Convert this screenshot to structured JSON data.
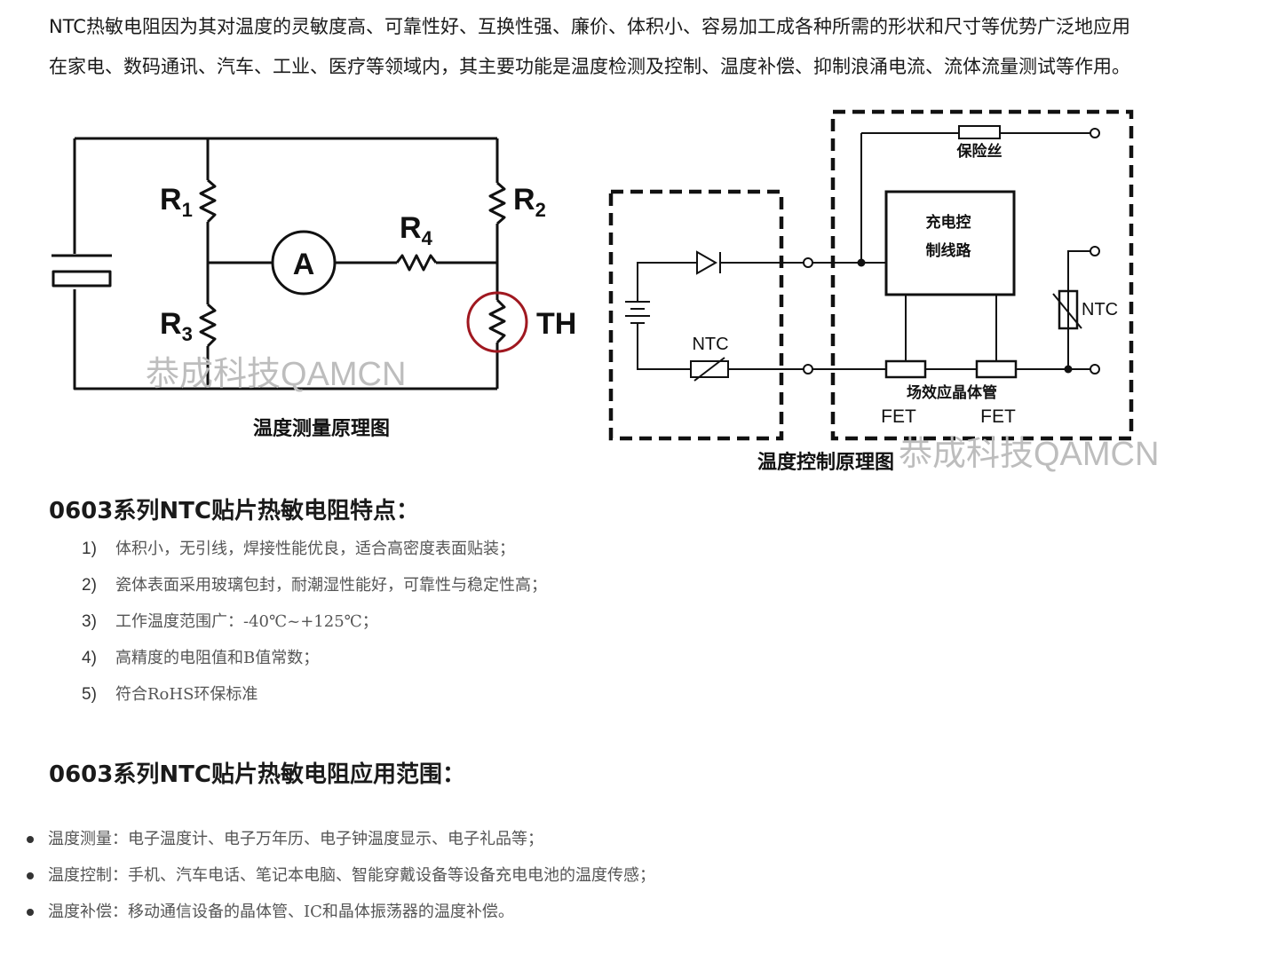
{
  "intro": {
    "line1": "NTC热敏电阻因为其对温度的灵敏度高、可靠性好、互换性强、廉价、体积小、容易加工成各种所需的形状和尺寸等优势广泛地应用",
    "line2": "在家电、数码通讯、汽车、工业、医疗等领域内，其主要功能是温度检测及控制、温度补偿、抑制浪涌电流、流体流量测试等作用。"
  },
  "diagram1": {
    "caption": "温度测量原理图",
    "r1_main": "R",
    "r1_sub": "1",
    "r2_main": "R",
    "r2_sub": "2",
    "r3_main": "R",
    "r3_sub": "3",
    "r4_main": "R",
    "r4_sub": "4",
    "ammeter": "A",
    "thermistor": "TH",
    "watermark": "恭成科技QAMCN"
  },
  "diagram2": {
    "caption": "温度控制原理图",
    "fuse": "保险丝",
    "controller_line1": "充电控",
    "controller_line2": "制线路",
    "ntc_left": "NTC",
    "ntc_right": "NTC",
    "fet_label": "场效应晶体管",
    "fet1": "FET",
    "fet2": "FET",
    "watermark": "恭成科技QAMCN"
  },
  "features": {
    "heading": "0603系列NTC贴片热敏电阻特点：",
    "items": [
      {
        "num": "1)",
        "text": "体积小，无引线，焊接性能优良，适合高密度表面贴装；"
      },
      {
        "num": "2)",
        "text": "瓷体表面采用玻璃包封，耐潮湿性能好，可靠性与稳定性高；"
      },
      {
        "num": "3)",
        "text": "工作温度范围广：-40℃~+125℃；"
      },
      {
        "num": "4)",
        "text": "高精度的电阻值和B值常数；"
      },
      {
        "num": "5)",
        "text": "符合RoHS环保标准"
      }
    ]
  },
  "applications": {
    "heading": "0603系列NTC贴片热敏电阻应用范围：",
    "items": [
      "温度测量：电子温度计、电子万年历、电子钟温度显示、电子礼品等；",
      "温度控制：手机、汽车电话、笔记本电脑、智能穿戴设备等设备充电电池的温度传感；",
      "温度补偿：移动通信设备的晶体管、IC和晶体振荡器的温度补偿。"
    ]
  },
  "colors": {
    "text": "#1a1a1a",
    "list_text": "#555555",
    "circuit": "#111111",
    "highlight_circle": "#a01820",
    "watermark": "#bdbdbd"
  }
}
